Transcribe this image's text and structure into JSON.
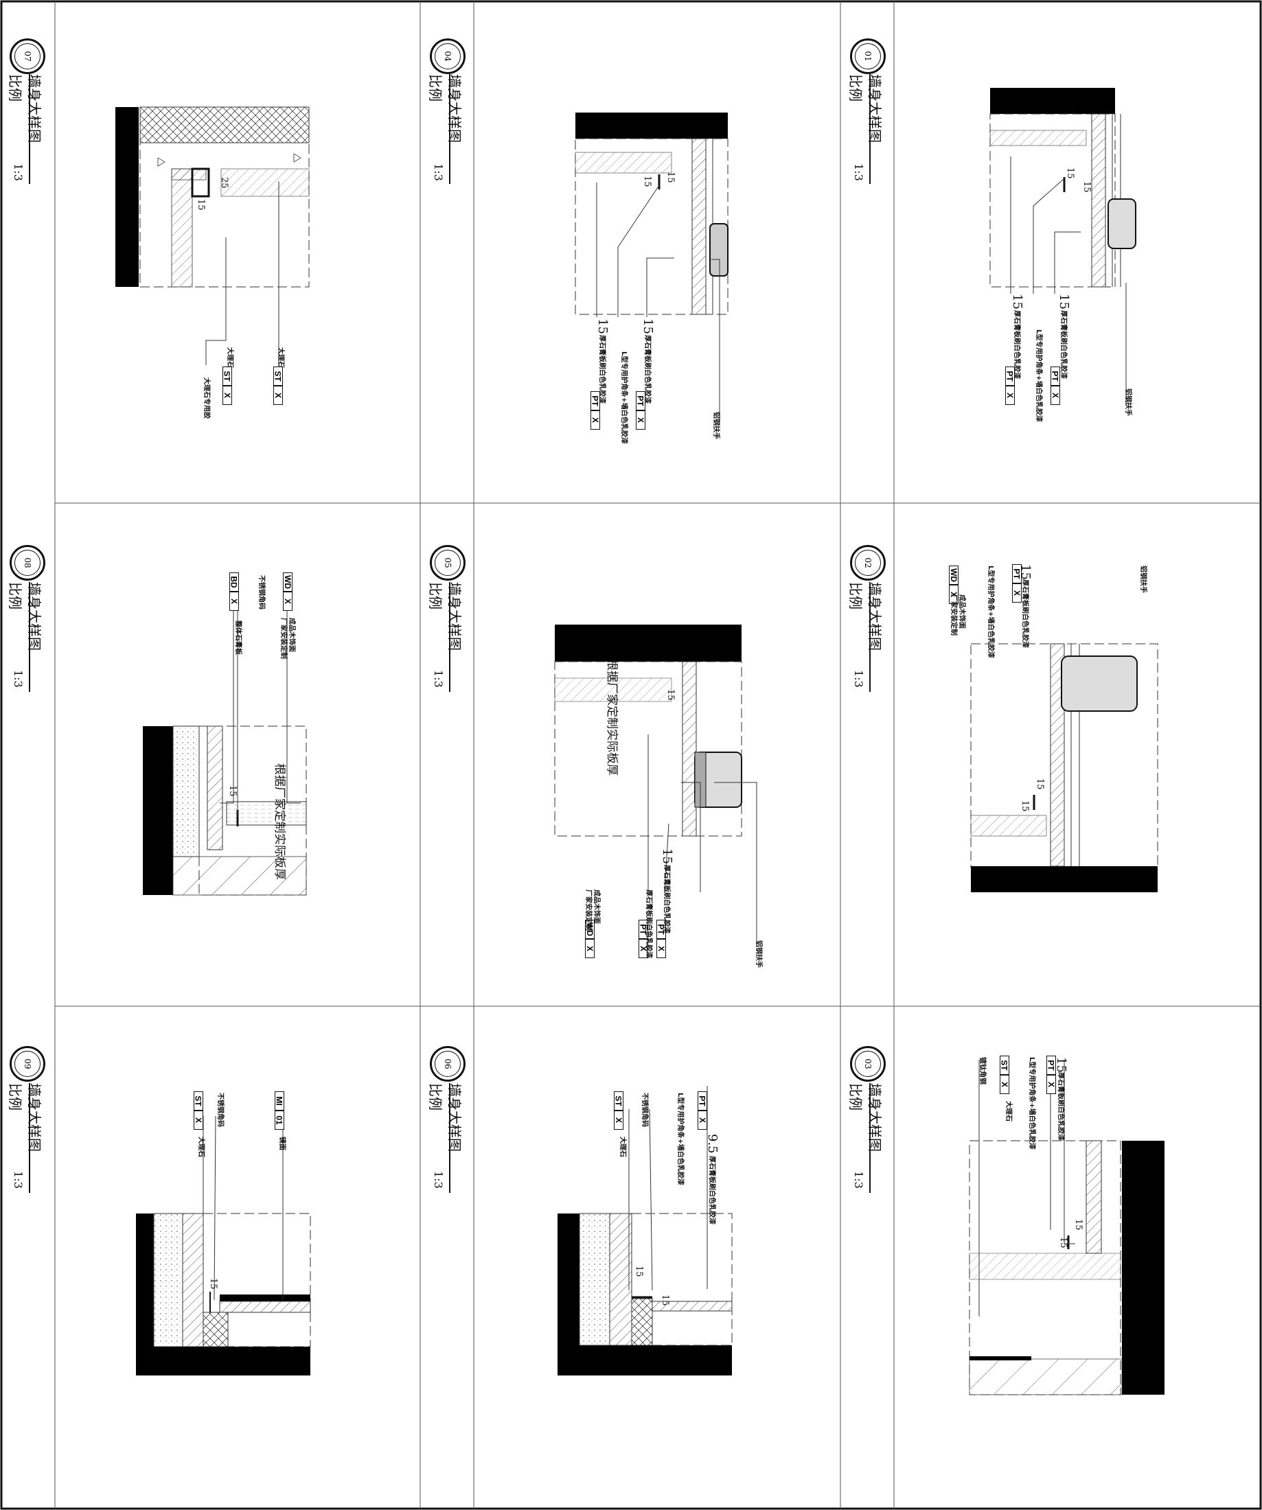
{
  "sheet": {
    "title": "墙身大样图",
    "scale_label": "比例",
    "scale_value": "1:3"
  },
  "details": [
    {
      "id": "01",
      "title": "墙身大样图",
      "scale_label": "比例",
      "scale": "1:3"
    },
    {
      "id": "02",
      "title": "墙身大样图",
      "scale_label": "比例",
      "scale": "1:3"
    },
    {
      "id": "03",
      "title": "墙身大样图",
      "scale_label": "比例",
      "scale": "1:3"
    },
    {
      "id": "04",
      "title": "墙身大样图",
      "scale_label": "比例",
      "scale": "1:3"
    },
    {
      "id": "05",
      "title": "墙身大样图",
      "scale_label": "比例",
      "scale": "1:3"
    },
    {
      "id": "06",
      "title": "墙身大样图",
      "scale_label": "比例",
      "scale": "1:3"
    },
    {
      "id": "07",
      "title": "墙身大样图",
      "scale_label": "比例",
      "scale": "1:3"
    },
    {
      "id": "08",
      "title": "墙身大样图",
      "scale_label": "比例",
      "scale": "1:3"
    },
    {
      "id": "09",
      "title": "墙身大样图",
      "scale_label": "比例",
      "scale": "1:3"
    }
  ],
  "tags": {
    "pt": "PT",
    "st": "ST",
    "wd": "WD",
    "bd": "BD",
    "mi": "MI",
    "x": "X",
    "n01": "01"
  },
  "dims": {
    "d15": "15",
    "d25": "25",
    "d9_5": "9.5",
    "d15w": "15"
  },
  "notes": {
    "gypsum_white": "厚石膏板刷白色乳胶漆",
    "l_bead": "L型专用护角条+墙白色乳胶漆",
    "steel_rail": "铝钢扶手",
    "marble": "大理石",
    "marble_adhesive": "大理石专用胶",
    "wood_finish": "成品木饰面",
    "wood_factory": "厂家安装定制",
    "board_factory": "根据厂家定制实际板厚",
    "ss_corner": "不锈钢角码",
    "gyp_fire": "整体石膏板",
    "stainless_trim": "镀钛角钢",
    "mirror": "镜面",
    "ss_angle": "不锈钢角码"
  }
}
